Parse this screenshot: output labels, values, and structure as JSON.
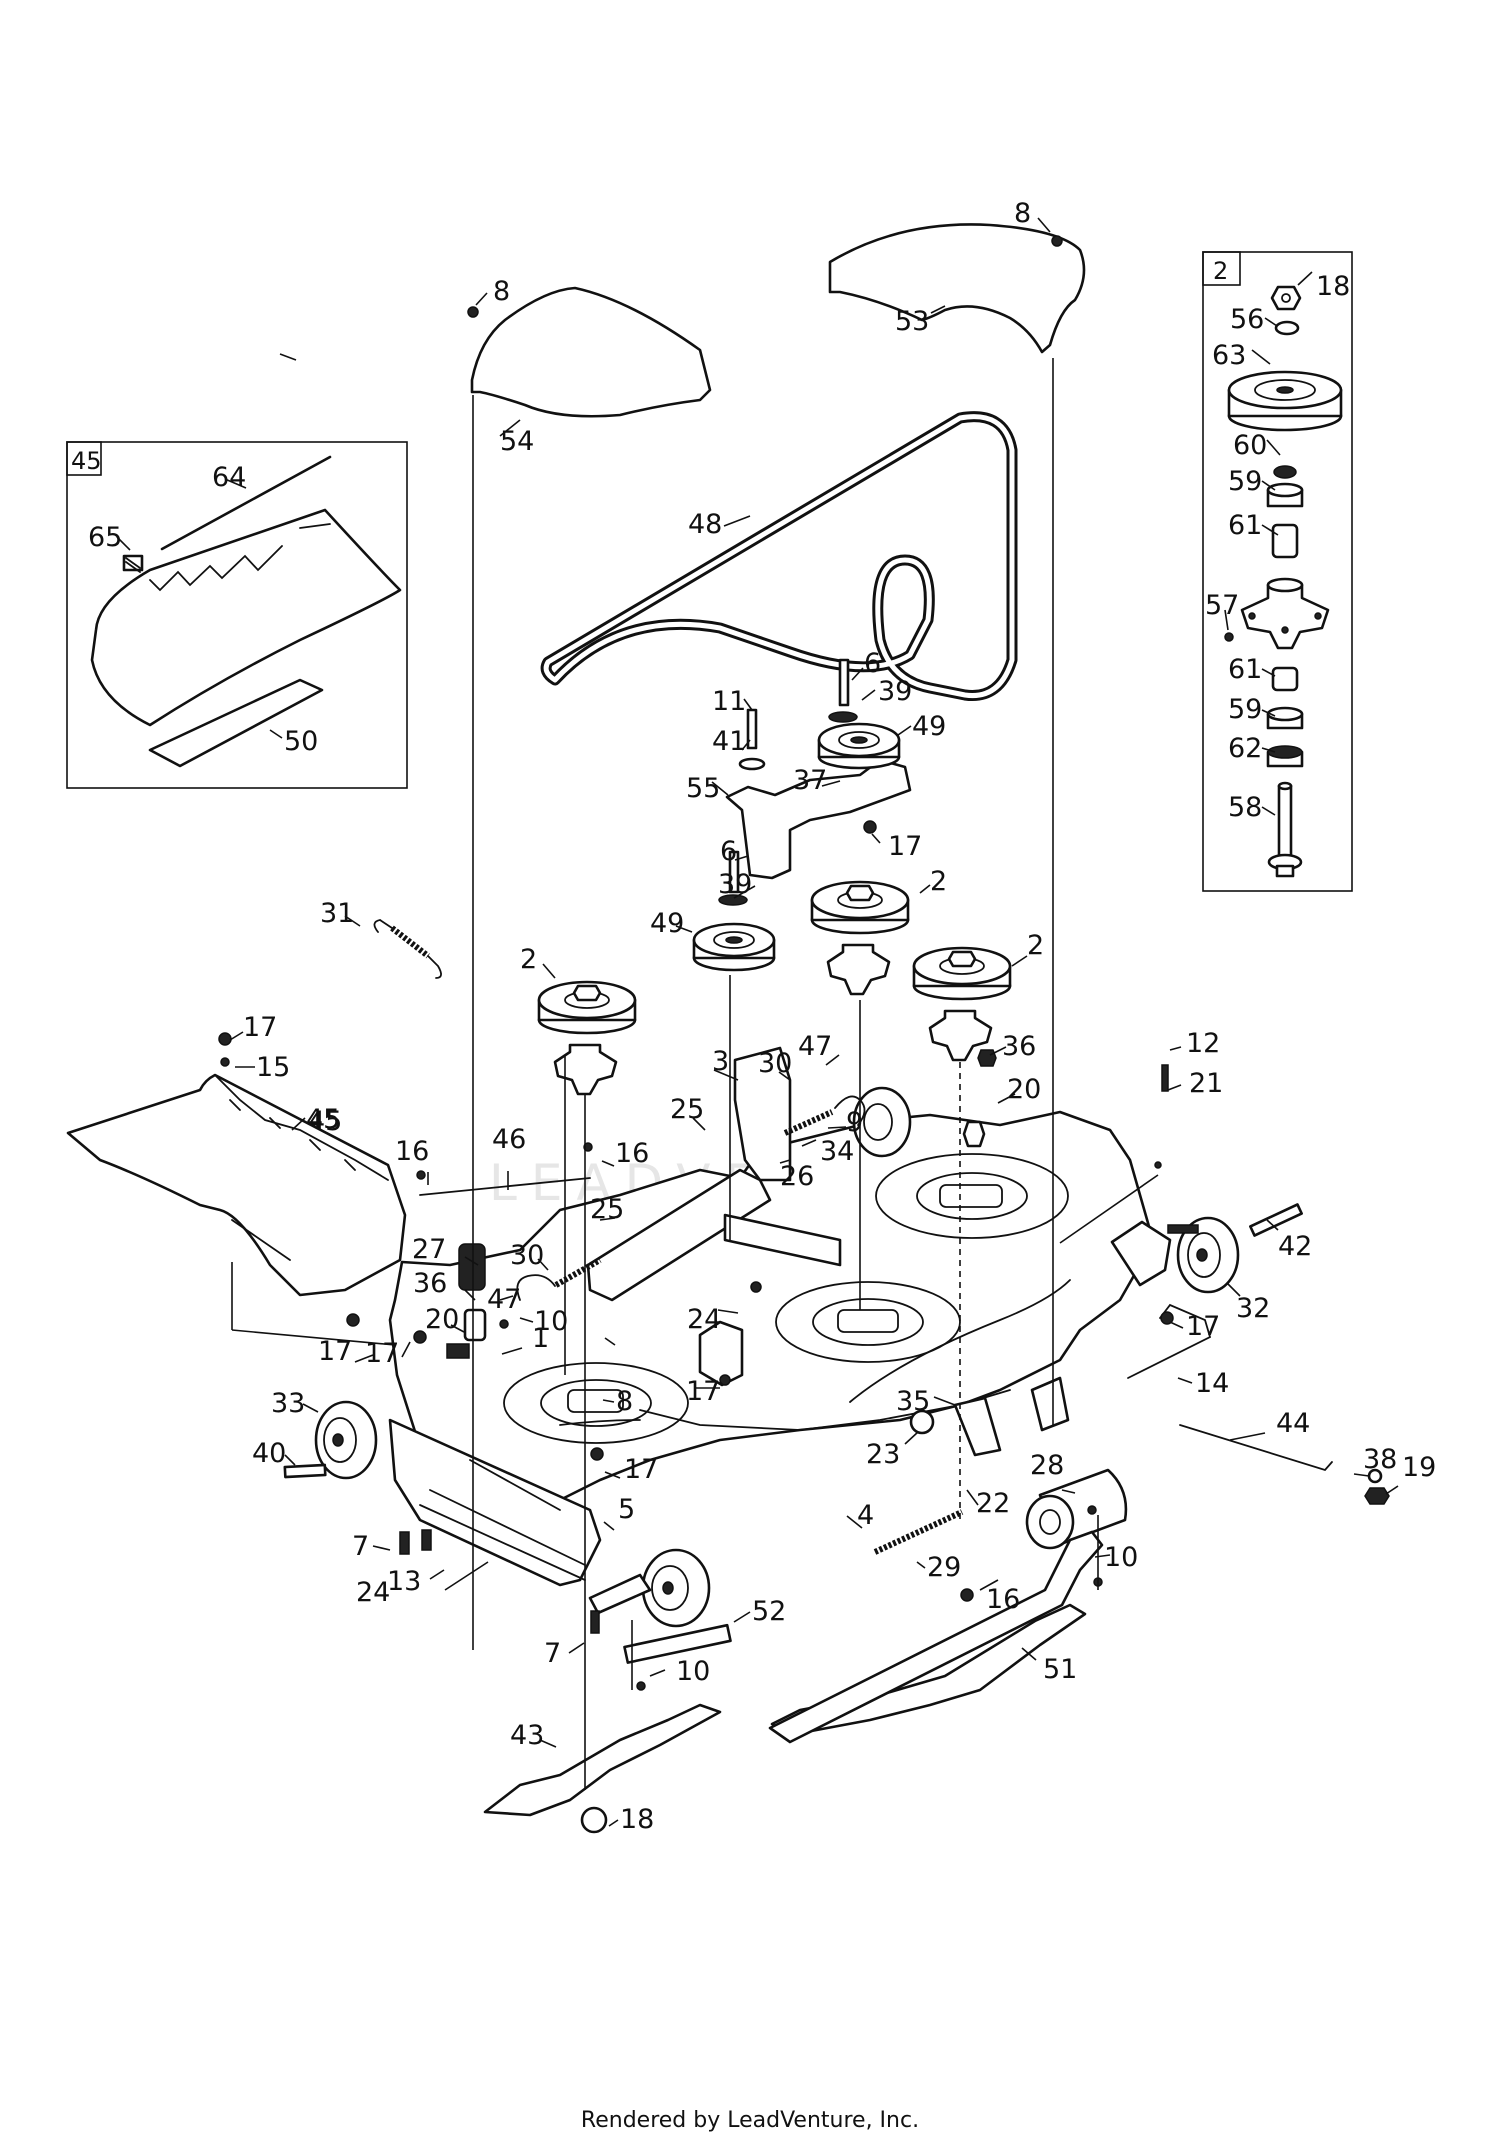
{
  "footer": "Rendered by LeadVenture, Inc.",
  "watermark": "LEADVENTURE",
  "inset_spindle_tag": "2",
  "inset_bagger_tag": "45",
  "callouts": [
    "8",
    "8",
    "53",
    "54",
    "48",
    "2",
    "18",
    "56",
    "63",
    "60",
    "59",
    "61",
    "57",
    "61",
    "59",
    "62",
    "58",
    "45",
    "64",
    "65",
    "50",
    "6",
    "39",
    "11",
    "49",
    "41",
    "55",
    "37",
    "17",
    "6",
    "39",
    "49",
    "2",
    "2",
    "31",
    "2",
    "47",
    "30",
    "36",
    "12",
    "21",
    "3",
    "25",
    "20",
    "9",
    "34",
    "26",
    "17",
    "15",
    "45",
    "16",
    "46",
    "16",
    "25",
    "27",
    "30",
    "47",
    "36",
    "42",
    "32",
    "20",
    "10",
    "24",
    "17",
    "17",
    "1",
    "8",
    "17",
    "17",
    "14",
    "35",
    "44",
    "33",
    "23",
    "38",
    "19",
    "40",
    "17",
    "28",
    "22",
    "5",
    "4",
    "10",
    "29",
    "7",
    "13",
    "16",
    "24",
    "52",
    "51",
    "7",
    "10",
    "43",
    "18"
  ]
}
